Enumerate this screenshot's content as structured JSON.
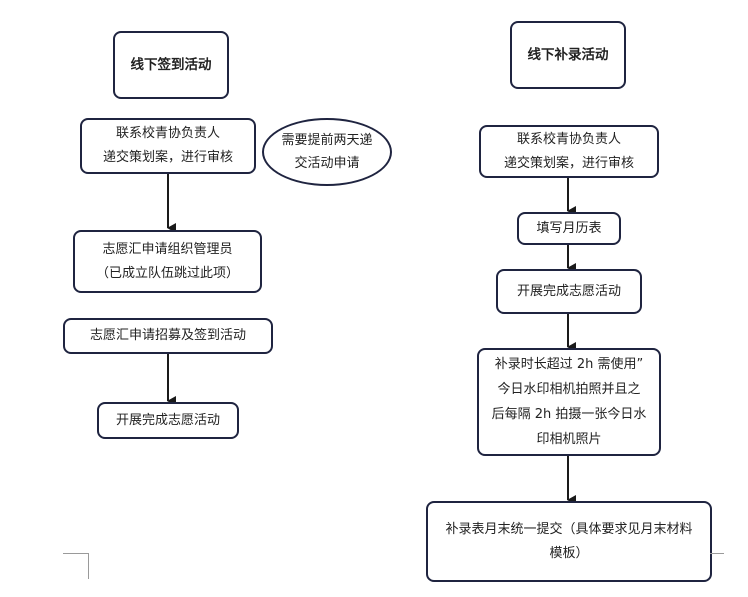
{
  "left": {
    "title": "线下签到活动",
    "step1": "联系校青协负责人\n递交策划案，进行审核",
    "note": "需要提前两天递\n交活动申请",
    "step2": "志愿汇申请组织管理员\n（已成立队伍跳过此项）",
    "step3": "志愿汇申请招募及签到活动",
    "step4": "开展完成志愿活动"
  },
  "right": {
    "title": "线下补录活动",
    "step1": "联系校青协负责人\n递交策划案，进行审核",
    "step2": "填写月历表",
    "step3": "开展完成志愿活动",
    "step4": "补录时长超过 2h 需使用”\n今日水印相机拍照并且之\n后每隔 2h 拍摄一张今日水\n印相机照片",
    "step5": "补录表月末统一提交（具体要求见月末材料\n模板）"
  },
  "colors": {
    "border": "#1f2440",
    "arrow": "#1a1a1a"
  }
}
